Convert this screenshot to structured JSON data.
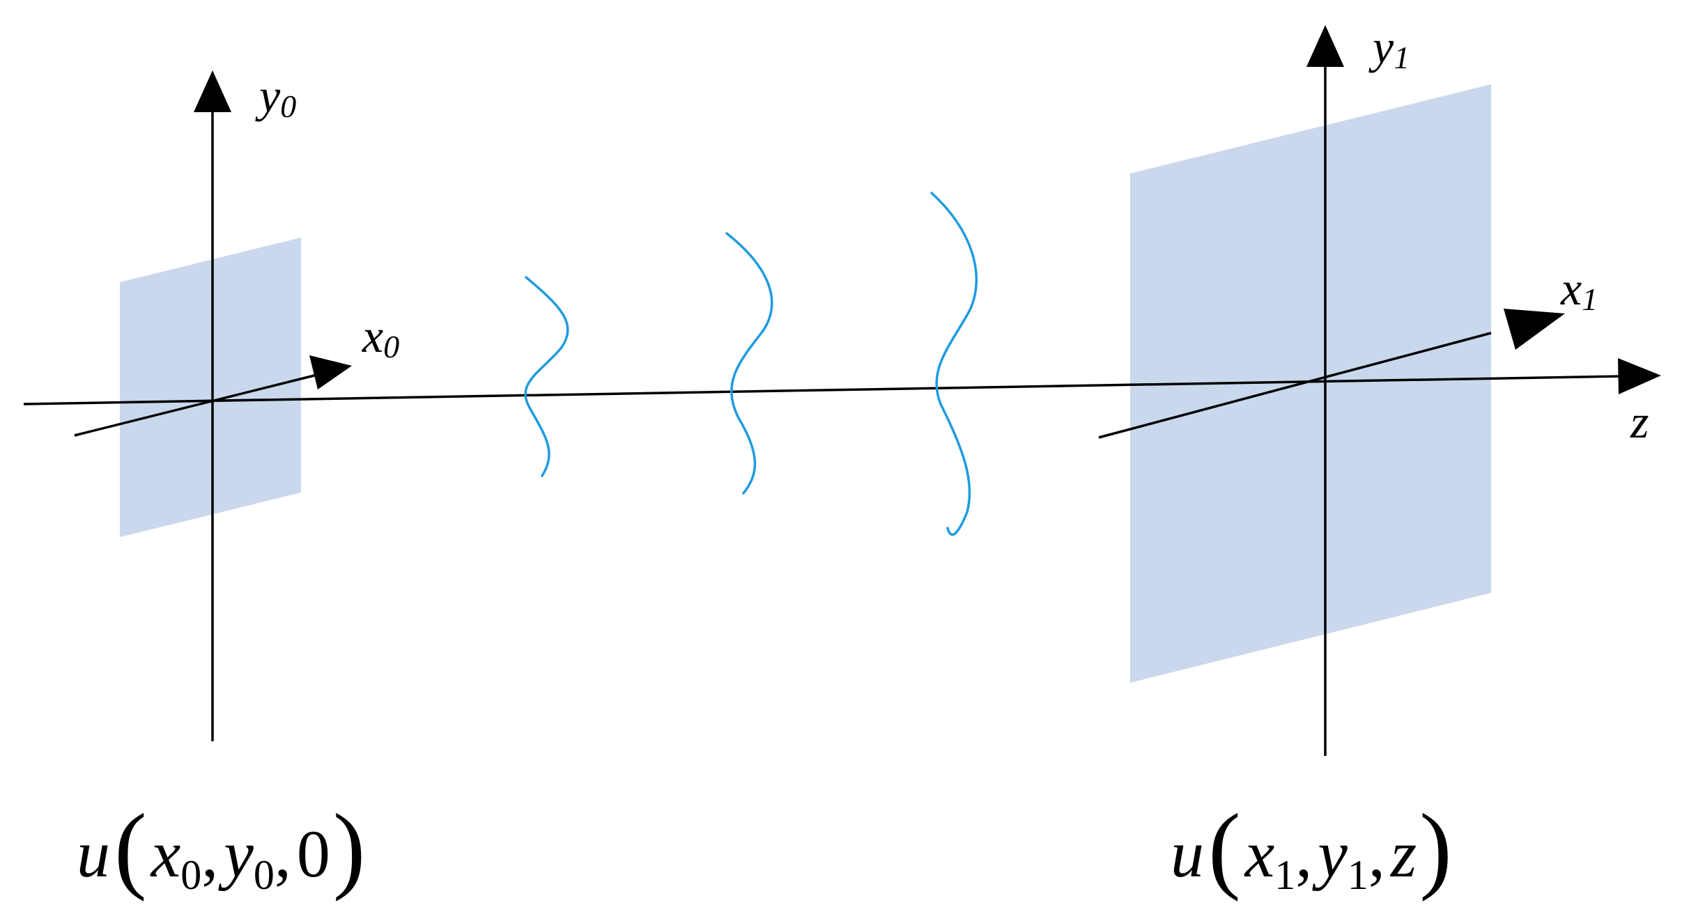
{
  "colors": {
    "plane_fill": "#c9d8ec",
    "wave_stroke": "#1f9be0",
    "axis_stroke": "#000000"
  },
  "labels": {
    "y0": {
      "base": "y",
      "sub": "0"
    },
    "x0": {
      "base": "x",
      "sub": "0"
    },
    "y1": {
      "base": "y",
      "sub": "1"
    },
    "x1": {
      "base": "x",
      "sub": "1"
    },
    "z": "z"
  },
  "formulas": {
    "input": {
      "func": "u",
      "open": "(",
      "a": "x",
      "a_sub": "0",
      "comma1": ",",
      "b": "y",
      "b_sub": "0",
      "comma2": ",",
      "c": "0",
      "close": ")"
    },
    "output": {
      "func": "u",
      "open": "(",
      "a": "x",
      "a_sub": "1",
      "comma1": ",",
      "b": "y",
      "b_sub": "1",
      "comma2": ",",
      "c": "z",
      "close": ")"
    }
  }
}
